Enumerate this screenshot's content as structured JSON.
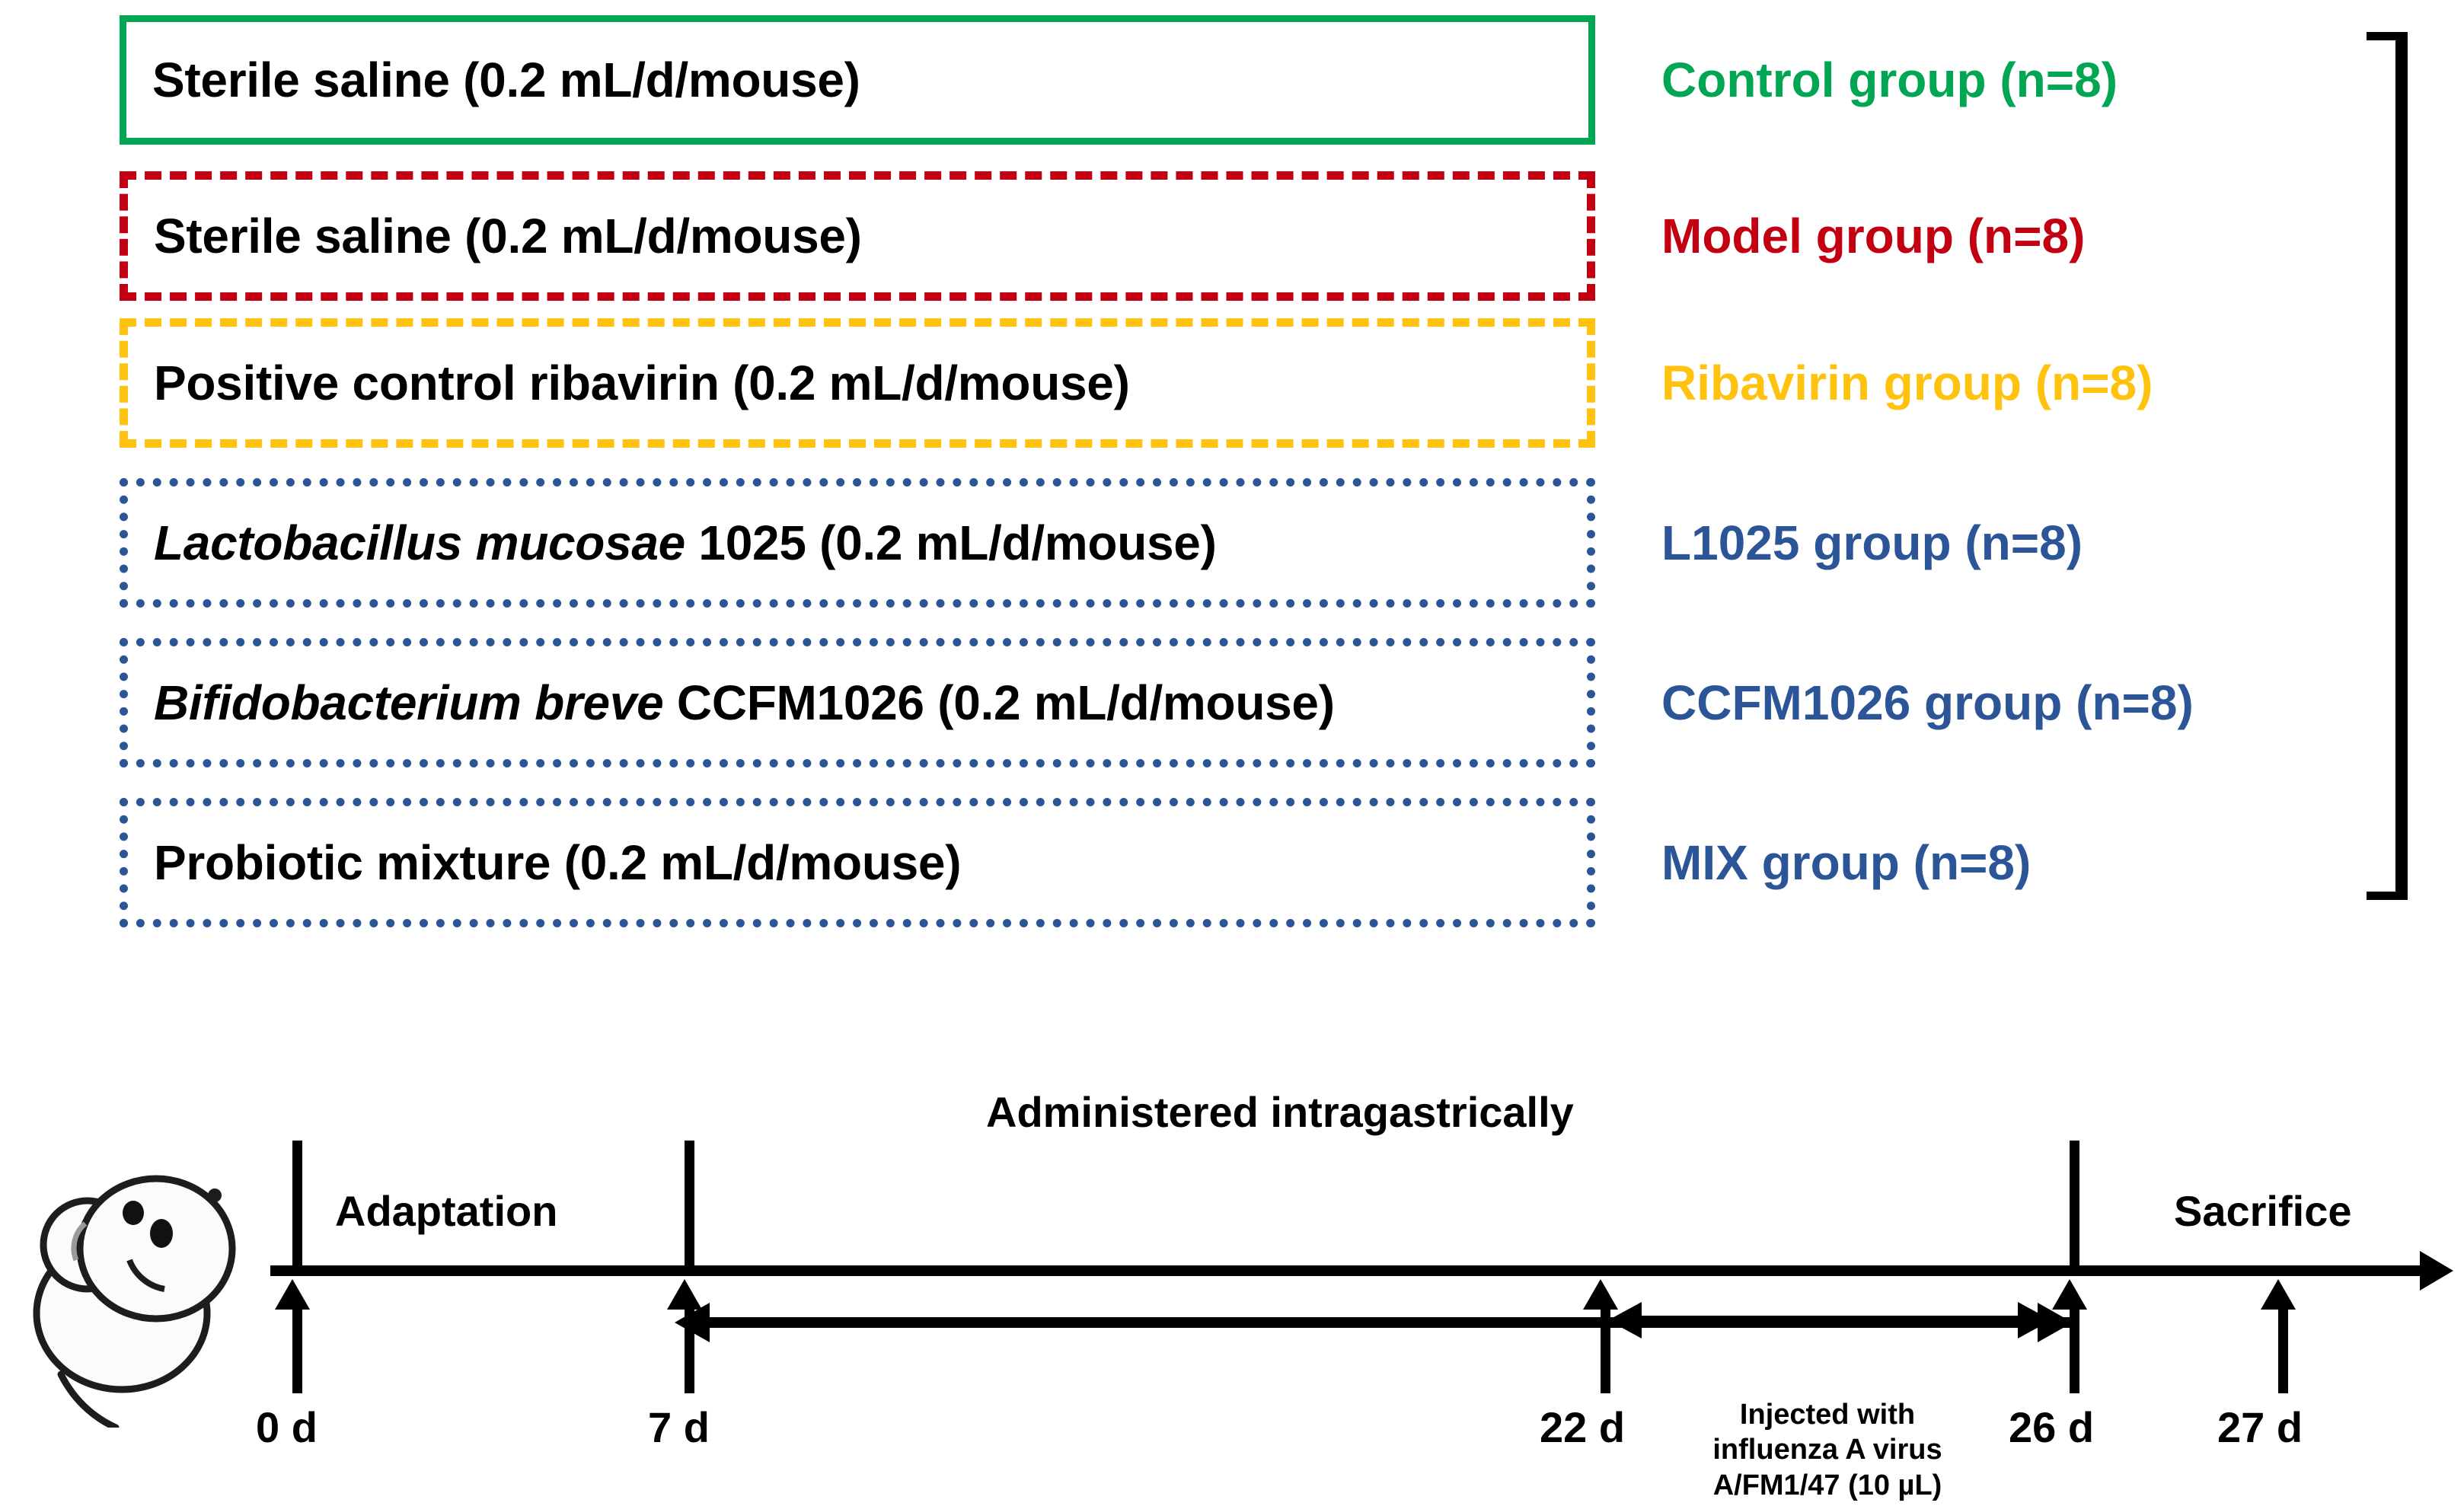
{
  "groups": {
    "rows": [
      {
        "treatment": "Sterile saline (0.2 mL/d/mouse)",
        "label": "Control group (n=8)",
        "color": "#00a651",
        "border": "solid"
      },
      {
        "treatment": "Sterile saline (0.2 mL/d/mouse)",
        "label": "Model group (n=8)",
        "color": "#c20012",
        "border": "dashed-long"
      },
      {
        "treatment": "Positive control ribavirin (0.2 mL/d/mouse)",
        "label": "Ribavirin group (n=8)",
        "color": "#ffc20e",
        "border": "dashed-short"
      },
      {
        "treatment_italic": "Lactobacillus mucosae",
        "treatment_rest": " 1025 (0.2 mL/d/mouse)",
        "label": "L1025 group (n=8)",
        "color": "#2b5597",
        "border": "dotted"
      },
      {
        "treatment_italic": "Bifidobacterium breve",
        "treatment_rest": " CCFM1026 (0.2 mL/d/mouse)",
        "label": "CCFM1026 group (n=8)",
        "color": "#2b5597",
        "border": "dotted"
      },
      {
        "treatment": "Probiotic mixture (0.2 mL/d/mouse)",
        "label": "MIX group (n=8)",
        "color": "#2b5597",
        "border": "dotted"
      }
    ],
    "bracket": "group-brace"
  },
  "timeline": {
    "phases": {
      "adaptation": "Adaptation",
      "administered": "Administered intragastrically",
      "sacrifice": "Sacrifice"
    },
    "injection_note": "Injected with influenza A virus A/FM1/47 (10 µL)",
    "injection_lines": [
      "Injected with",
      "influenza A virus",
      "A/FM1/47 (10 µL)"
    ],
    "day_labels": [
      "0 d",
      "7 d",
      "22 d",
      "26 d",
      "27 d"
    ],
    "days": [
      0,
      7,
      22,
      26,
      27
    ],
    "mouse_icon": "mouse-icon"
  }
}
